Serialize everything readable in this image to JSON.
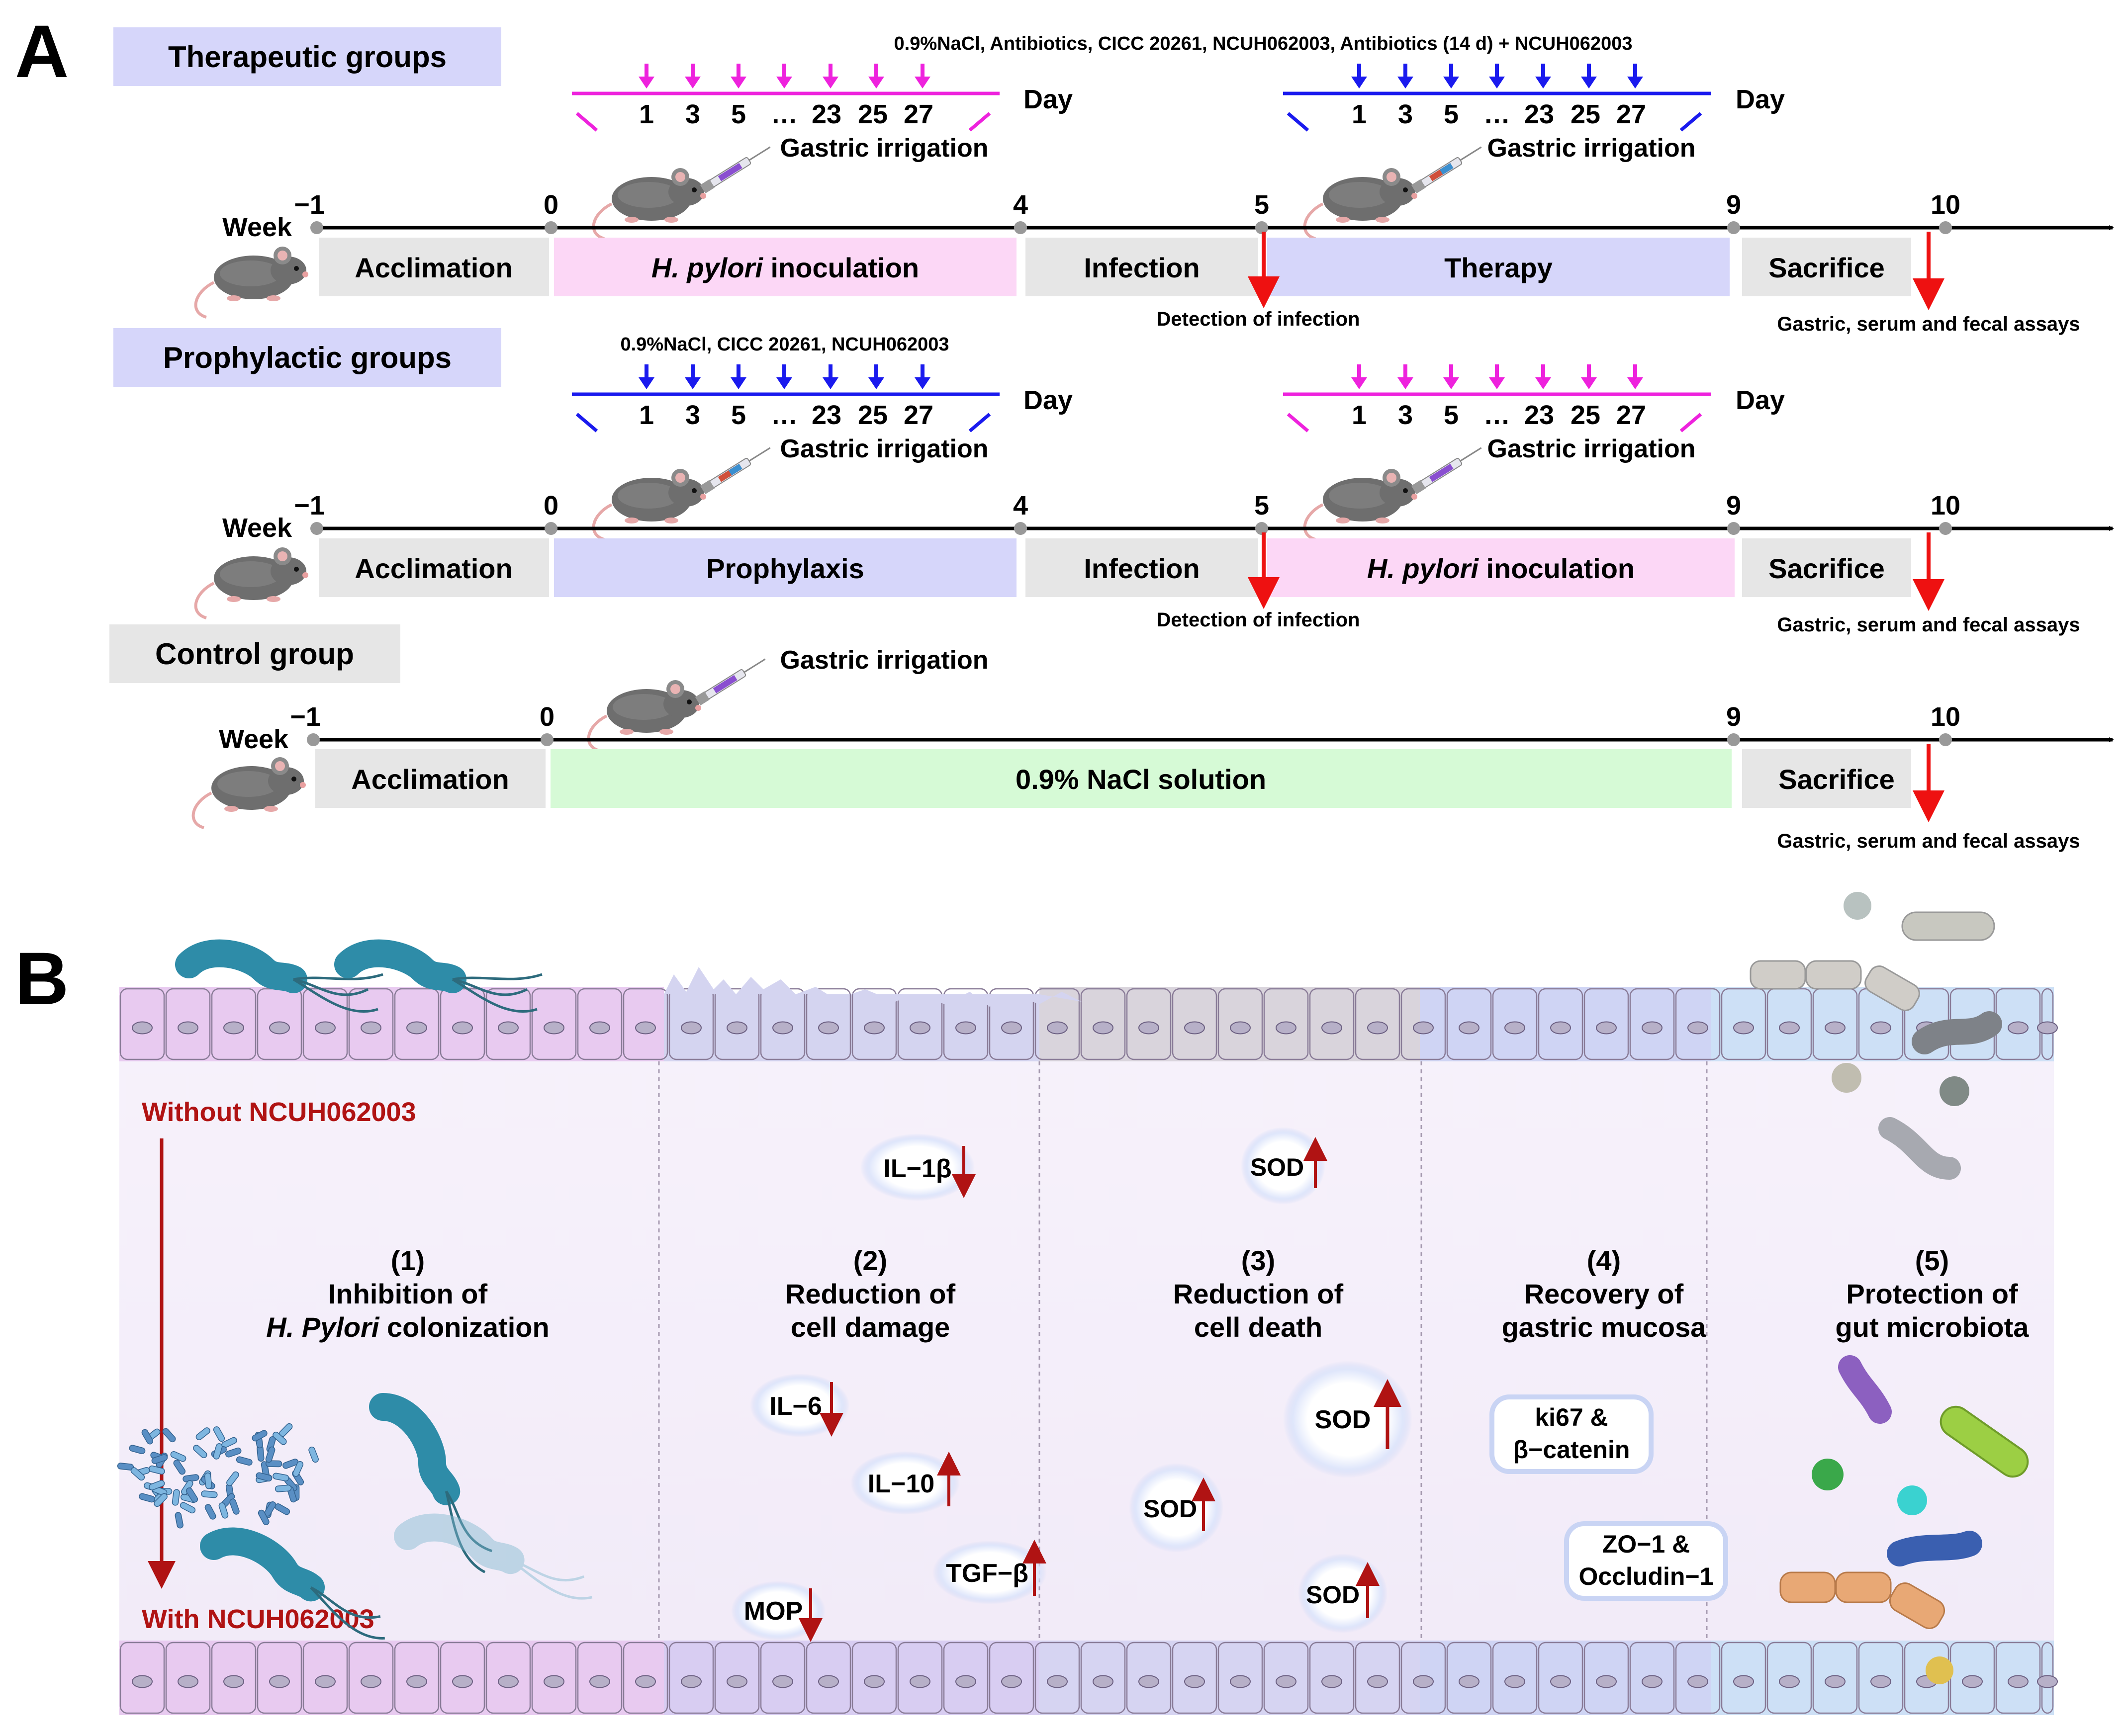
{
  "panel_a": {
    "letter": "A",
    "therapeutic": {
      "title": "Therapeutic groups",
      "left_days": [
        "1",
        "3",
        "5",
        "…",
        "23",
        "25",
        "27"
      ],
      "right_days": [
        "1",
        "3",
        "5",
        "…",
        "23",
        "25",
        "27"
      ],
      "day_label": "Day",
      "gastric_left": "Gastric irrigation",
      "gastric_right": "Gastric irrigation",
      "right_header": "0.9%NaCl, Antibiotics, CICC 20261, NCUH062003, Antibiotics (14 d) + NCUH062003",
      "week_label": "Week",
      "ticks": [
        "−1",
        "0",
        "4",
        "5",
        "9",
        "10"
      ],
      "stages": [
        "Acclimation",
        "inoculation",
        "Infection",
        "Therapy",
        "Sacrifice"
      ],
      "hpylori": "H. pylori",
      "detection": "Detection of infection",
      "assays": "Gastric, serum and fecal assays"
    },
    "prophylactic": {
      "title": "Prophylactic groups",
      "left_header": "0.9%NaCl, CICC 20261, NCUH062003",
      "left_days": [
        "1",
        "3",
        "5",
        "…",
        "23",
        "25",
        "27"
      ],
      "right_days": [
        "1",
        "3",
        "5",
        "…",
        "23",
        "25",
        "27"
      ],
      "day_label": "Day",
      "gastric_left": "Gastric irrigation",
      "gastric_right": "Gastric irrigation",
      "week_label": "Week",
      "ticks": [
        "−1",
        "0",
        "4",
        "5",
        "9",
        "10"
      ],
      "stages": [
        "Acclimation",
        "Prophylaxis",
        "Infection",
        "inoculation",
        "Sacrifice"
      ],
      "hpylori": "H. pylori",
      "detection": "Detection of infection",
      "assays": "Gastric, serum and fecal assays"
    },
    "control": {
      "title": "Control group",
      "gastric": "Gastric irrigation",
      "week_label": "Week",
      "ticks": [
        "−1",
        "0",
        "9",
        "10"
      ],
      "stages": [
        "Acclimation",
        "0.9% NaCl solution",
        "Sacrifice"
      ],
      "assays": "Gastric, serum and fecal assays"
    },
    "colors": {
      "magenta": "#ee22dd",
      "blue": "#1a1aee",
      "red": "#ee1111",
      "pink_box": "#fcd7f6",
      "lavender_box": "#d6d6fa",
      "gray_box": "#e6e6e6",
      "green_box": "#d6fad6"
    }
  },
  "panel_b": {
    "letter": "B",
    "without": "Without NCUH062003",
    "with": "With NCUH062003",
    "sections": [
      {
        "num": "(1)",
        "line1": "Inhibition of",
        "line2_italic": "H. Pylori",
        "line2_rest": " colonization"
      },
      {
        "num": "(2)",
        "line1": "Reduction of",
        "line2": "cell damage"
      },
      {
        "num": "(3)",
        "line1": "Reduction of",
        "line2": "cell death"
      },
      {
        "num": "(4)",
        "line1": "Recovery of",
        "line2": "gastric mucosa"
      },
      {
        "num": "(5)",
        "line1": "Protection of",
        "line2": "gut microbiota"
      }
    ],
    "markers": {
      "il1b": "IL−1β",
      "il6": "IL−6",
      "il10": "IL−10",
      "tgfb": "TGF−β",
      "mop": "MOP",
      "sod": "SOD",
      "ki67_1": "ki67 &",
      "ki67_2": "β−catenin",
      "zo_1": "ZO−1 &",
      "zo_2": "Occludin−1"
    }
  }
}
